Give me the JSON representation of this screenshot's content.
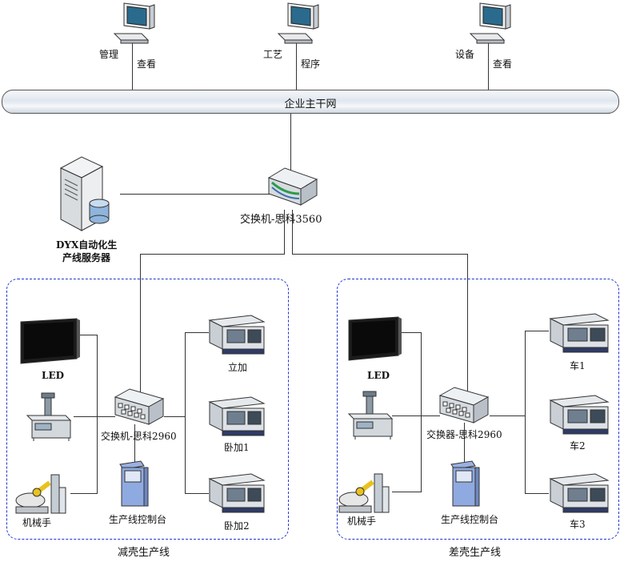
{
  "top": {
    "clients": [
      {
        "left_label": "管理",
        "right_label": "查看"
      },
      {
        "left_label": "工艺",
        "right_label": "程序"
      },
      {
        "left_label": "设备",
        "right_label": "查看"
      }
    ],
    "backbone_label": "企业主干网"
  },
  "core": {
    "switch_label": "交换机-思科3560",
    "server_label_line1": "DYX自动化生",
    "server_label_line2": "产线服务器"
  },
  "left_line": {
    "title": "减壳生产线",
    "led_label": "LED",
    "robot_label": "机械手",
    "switch_label": "交换机-思科2960",
    "console_label": "生产线控制台",
    "machines": [
      "立加",
      "卧加1",
      "卧加2"
    ]
  },
  "right_line": {
    "title": "差壳生产线",
    "led_label": "LED",
    "robot_label": "机械手",
    "switch_label": "交换器-思科2960",
    "console_label": "生产线控制台",
    "machines": [
      "车1",
      "车2",
      "车3"
    ]
  }
}
